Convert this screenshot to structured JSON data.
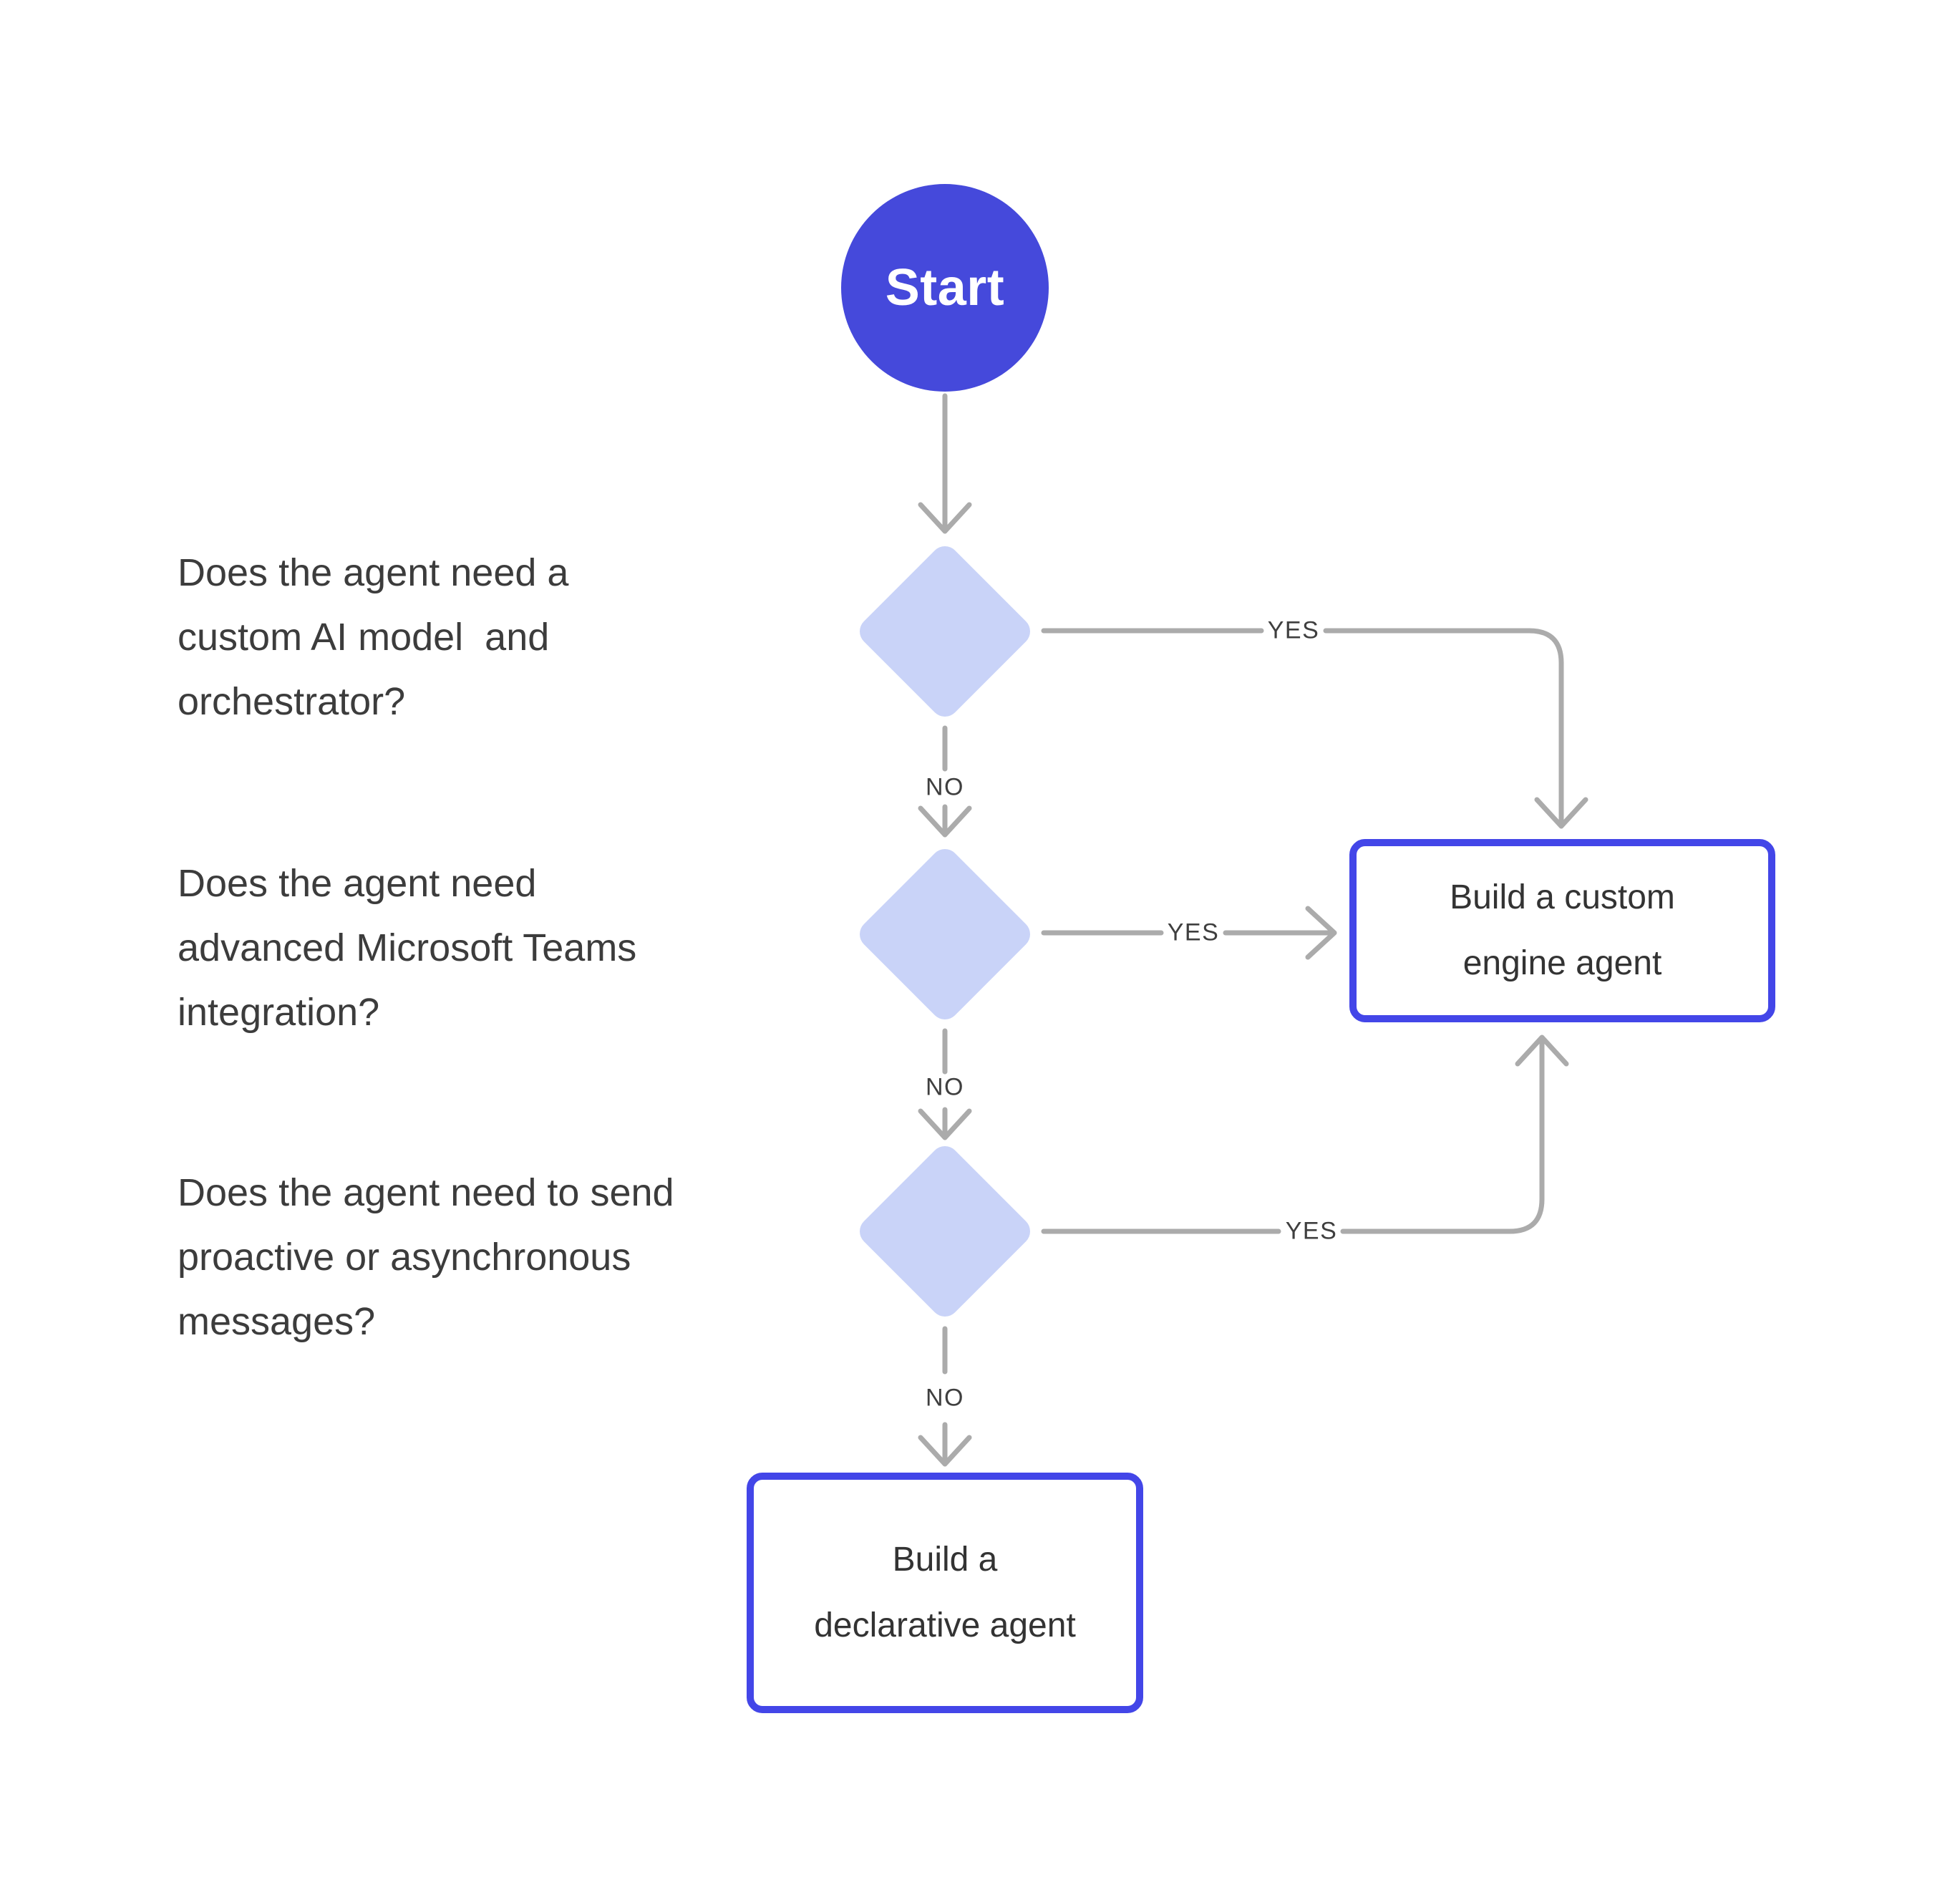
{
  "colors": {
    "background": "#FFFFFF",
    "start_circle_fill": "#4549DB",
    "diamond_fill": "#C9D3F8",
    "outcome_border": "#4346E8",
    "connector_gray": "#ABABAB",
    "edge_label_text": "#3F3F3F",
    "body_text": "#3C3C3C"
  },
  "flowchart": {
    "start": {
      "label": "Start"
    },
    "decisions": [
      {
        "question": "Does the agent need a\ncustom AI model  and\norchestrator?",
        "yes_label": "YES",
        "no_label": "NO"
      },
      {
        "question": "Does the agent need\nadvanced Microsoft Teams\nintegration?",
        "yes_label": "YES",
        "no_label": "NO"
      },
      {
        "question": "Does the agent need to send\nproactive or asynchronous\nmessages?",
        "yes_label": "YES",
        "no_label": "NO"
      }
    ],
    "outcomes": [
      {
        "label": "Build a custom\nengine agent"
      },
      {
        "label": "Build a\ndeclarative agent"
      }
    ]
  }
}
